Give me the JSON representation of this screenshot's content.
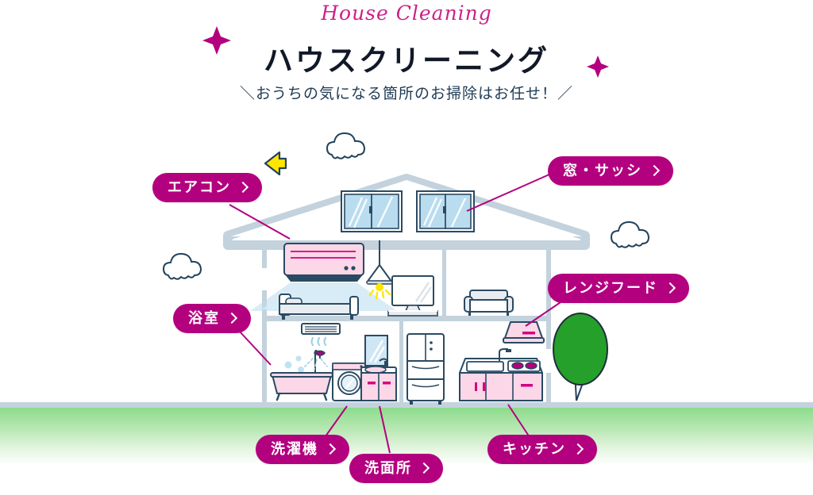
{
  "header": {
    "script_title": "House Cleaning",
    "main_title": "ハウスクリーニング",
    "sub_title": "＼おうちの気になる箇所のお掃除はお任せ！／"
  },
  "colors": {
    "magenta": "#b3007f",
    "script_pink": "#cc2288",
    "title_navy": "#111827",
    "sub_navy": "#1f3a54",
    "line_navy": "#22425c",
    "house_wall": "#c3d2dc",
    "glass_blue": "#b9dcef",
    "fixture_pink": "#fbd7e8",
    "grass_green": "#8cdb8c",
    "tree_green": "#25a02a",
    "lamp_yellow": "#ffe600",
    "arrow_yellow": "#ffe600"
  },
  "hotspots": [
    {
      "id": "aircon",
      "label": "エアコン",
      "chevron": "chevron-right-icon"
    },
    {
      "id": "window",
      "label": "窓・サッシ",
      "chevron": "chevron-right-icon"
    },
    {
      "id": "rangehood",
      "label": "レンジフード",
      "chevron": "chevron-right-icon"
    },
    {
      "id": "bathroom",
      "label": "浴室",
      "chevron": "chevron-right-icon"
    },
    {
      "id": "washer",
      "label": "洗濯機",
      "chevron": "chevron-right-icon"
    },
    {
      "id": "washroom",
      "label": "洗面所",
      "chevron": "chevron-right-icon"
    },
    {
      "id": "kitchen",
      "label": "キッチン",
      "chevron": "chevron-right-icon"
    }
  ],
  "illustration": {
    "scene_name": "cutaway-house-illustration",
    "rooms": [
      {
        "name": "bedroom",
        "items": [
          "wall-air-conditioner",
          "bed",
          "pendant-lamp"
        ]
      },
      {
        "name": "living-room",
        "items": [
          "television",
          "tv-stand",
          "sofa"
        ]
      },
      {
        "name": "bathroom",
        "items": [
          "bathtub",
          "shower-head",
          "ceiling-dryer",
          "soap-bubbles"
        ]
      },
      {
        "name": "laundry",
        "items": [
          "washing-machine",
          "vanity-sink",
          "vanity-mirror"
        ]
      },
      {
        "name": "kitchen",
        "items": [
          "refrigerator",
          "kitchen-counter",
          "sink",
          "stove",
          "range-hood"
        ]
      }
    ],
    "exterior": [
      "roof",
      "upper-window-left",
      "upper-window-right",
      "tree",
      "clouds",
      "sparkles",
      "yellow-arrow"
    ]
  }
}
